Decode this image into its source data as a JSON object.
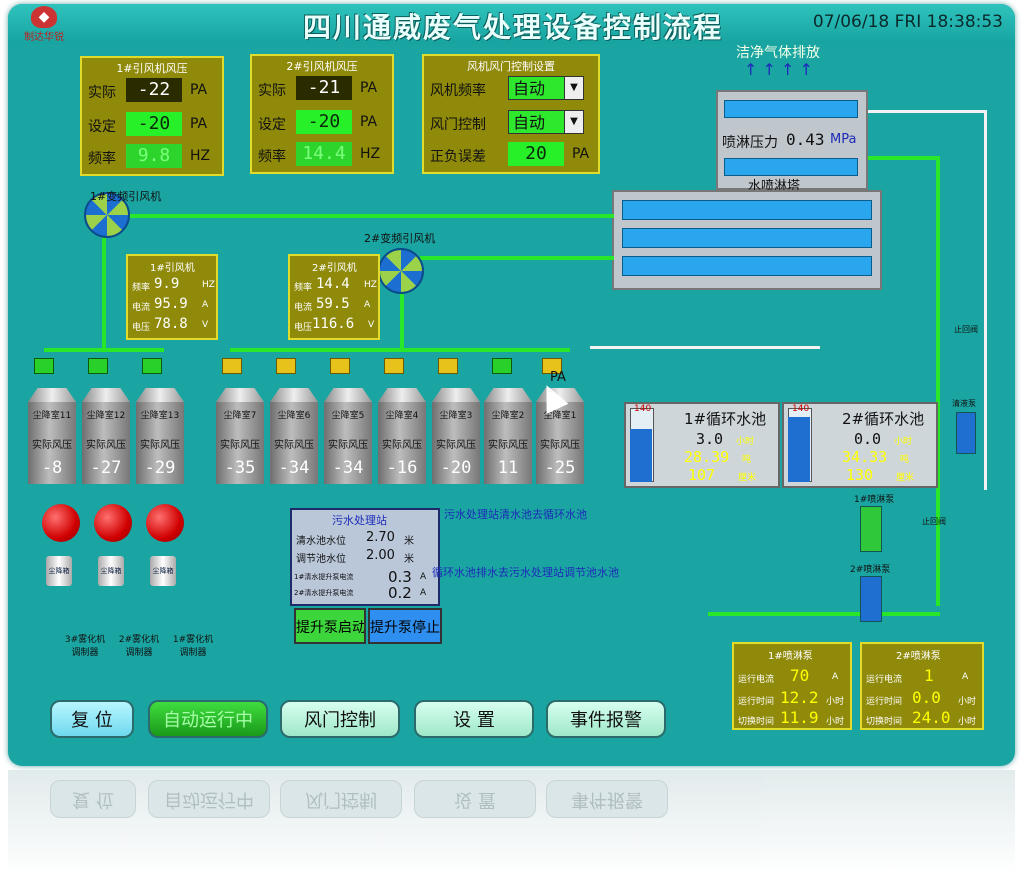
{
  "header": {
    "logo_text": "制达华锐",
    "title": "四川通威废气处理设备控制流程",
    "datetime": "07/06/18 FRI   18:38:53"
  },
  "fan1_pressure": {
    "title": "1#引风机风压",
    "actual_label": "实际",
    "actual_value": "-22",
    "actual_unit": "PA",
    "set_label": "设定",
    "set_value": "-20",
    "set_unit": "PA",
    "freq_label": "频率",
    "freq_value": "9.8",
    "freq_unit": "HZ"
  },
  "fan2_pressure": {
    "title": "2#引风机风压",
    "actual_label": "实际",
    "actual_value": "-21",
    "actual_unit": "PA",
    "set_label": "设定",
    "set_value": "-20",
    "set_unit": "PA",
    "freq_label": "频率",
    "freq_value": "14.4",
    "freq_unit": "HZ"
  },
  "control_settings": {
    "title": "风机风门控制设置",
    "fan_freq_label": "风机频率",
    "fan_freq_value": "自动",
    "damper_label": "风门控制",
    "damper_value": "自动",
    "error_label": "正负误差",
    "error_value": "20",
    "error_unit": "PA"
  },
  "fan1": {
    "name": "1#变频引风机",
    "info_title": "1#引风机",
    "freq_label": "频率",
    "freq_value": "9.9",
    "freq_unit": "HZ",
    "current_label": "电流",
    "current_value": "95.9",
    "current_unit": "A",
    "voltage_label": "电压",
    "voltage_value": "78.8",
    "voltage_unit": "V"
  },
  "fan2": {
    "name": "2#变频引风机",
    "info_title": "2#引风机",
    "freq_label": "频率",
    "freq_value": "14.4",
    "freq_unit": "HZ",
    "current_label": "电流",
    "current_value": "59.5",
    "current_unit": "A",
    "voltage_label": "电压",
    "voltage_value": "116.6",
    "voltage_unit": "V"
  },
  "tower": {
    "exhaust_label": "洁净气体排放",
    "spray_pressure_label": "喷淋压力",
    "spray_pressure_value": "0.43",
    "spray_pressure_unit": "MPa",
    "tower_label": "水喷淋塔"
  },
  "dust_rooms_left": [
    {
      "name": "尘降室11",
      "label": "实际风压",
      "value": "-8"
    },
    {
      "name": "尘降室12",
      "label": "实际风压",
      "value": "-27"
    },
    {
      "name": "尘降室13",
      "label": "实际风压",
      "value": "-29"
    }
  ],
  "dust_rooms_right": [
    {
      "name": "尘降室7",
      "label": "实际风压",
      "value": "-35"
    },
    {
      "name": "尘降室6",
      "label": "实际风压",
      "value": "-34"
    },
    {
      "name": "尘降室5",
      "label": "实际风压",
      "value": "-34"
    },
    {
      "name": "尘降室4",
      "label": "实际风压",
      "value": "-16"
    },
    {
      "name": "尘降室3",
      "label": "实际风压",
      "value": "-20"
    },
    {
      "name": "尘降室2",
      "label": "实际风压",
      "value": "11"
    },
    {
      "name": "尘降室1",
      "label": "实际风压",
      "value": "-25"
    }
  ],
  "pa_tag": "PA",
  "tank1": {
    "name": "1#循环水池",
    "scale_max": "140",
    "time_value": "3.0",
    "time_unit": "小时",
    "ton_value": "28.39",
    "ton_unit": "吨",
    "cm_value": "107",
    "cm_unit": "厘米",
    "level_fraction": 0.76
  },
  "tank2": {
    "name": "2#循环水池",
    "scale_max": "140",
    "time_value": "0.0",
    "time_unit": "小时",
    "ton_value": "34.33",
    "ton_unit": "吨",
    "cm_value": "130",
    "cm_unit": "厘米",
    "level_fraction": 0.93
  },
  "right_side": {
    "check_valve_top": "止回阀",
    "check_valve_bottom": "止回阀",
    "clear_pump": "清液泵",
    "pump1_label": "1#喷淋泵",
    "pump2_label": "2#喷淋泵"
  },
  "sewage": {
    "title": "污水处理站",
    "clear_level_label": "清水池水位",
    "clear_level_value": "2.70",
    "clear_level_unit": "米",
    "adjust_level_label": "调节池水位",
    "adjust_level_value": "2.00",
    "adjust_level_unit": "米",
    "pump1_current_label": "1#清水提升泵电流",
    "pump1_current_value": "0.3",
    "pump1_current_unit": "A",
    "pump2_current_label": "2#清水提升泵电流",
    "pump2_current_value": "0.2",
    "pump2_current_unit": "A",
    "start_button": "提升泵启动",
    "stop_button": "提升泵停止",
    "flow_text_1": "污水处理站清水池去循环水池",
    "flow_text_2": "循环水池排水去污水处理站调节池水池"
  },
  "dosing": {
    "tank_label": "尘降箱",
    "units": [
      "3#雾化机调制器",
      "2#雾化机调制器",
      "1#雾化机调制器"
    ]
  },
  "spray_pump1": {
    "title": "1#喷淋泵",
    "current_label": "运行电流",
    "current_value": "70",
    "current_unit": "A",
    "runtime_label": "运行时间",
    "runtime_value": "12.2",
    "runtime_unit": "小时",
    "switch_label": "切换时间",
    "switch_value": "11.9",
    "switch_unit": "小时"
  },
  "spray_pump2": {
    "title": "2#喷淋泵",
    "current_label": "运行电流",
    "current_value": "1",
    "current_unit": "A",
    "runtime_label": "运行时间",
    "runtime_value": "0.0",
    "runtime_unit": "小时",
    "switch_label": "切换时间",
    "switch_value": "24.0",
    "switch_unit": "小时"
  },
  "buttons": {
    "reset": "复 位",
    "auto_run": "自动运行中",
    "damper_ctrl": "风门控制",
    "settings": "设 置",
    "event_alarm": "事件报警"
  }
}
